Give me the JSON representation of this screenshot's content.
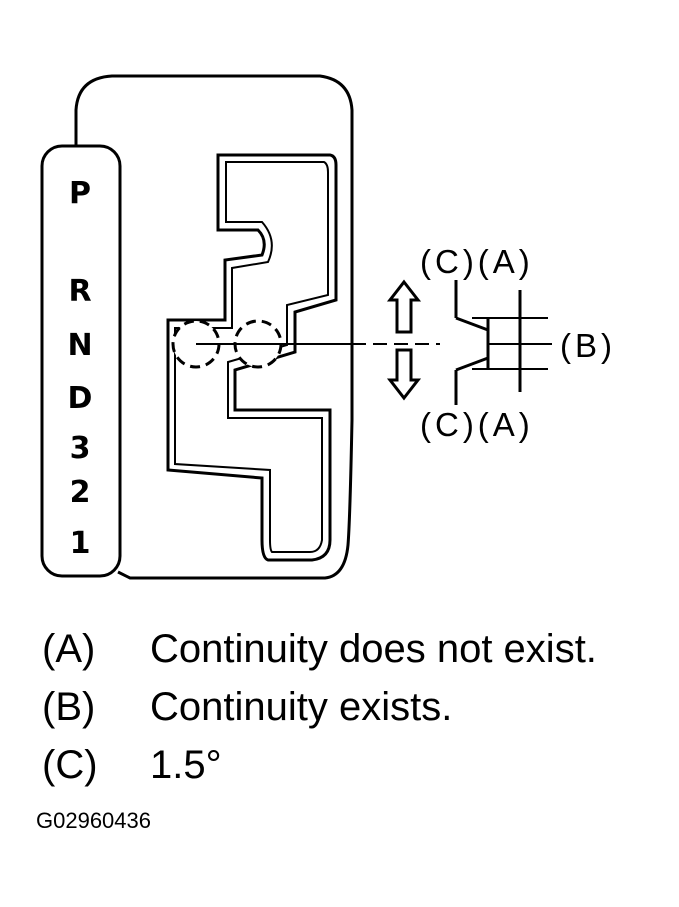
{
  "gear_positions": [
    "P",
    "R",
    "N",
    "D",
    "3",
    "2",
    "1"
  ],
  "callouts": {
    "top": "(C)(A)",
    "bottom": "(C)(A)",
    "middle": "(B)"
  },
  "legend": [
    {
      "key": "(A)",
      "text": "Continuity does not exist."
    },
    {
      "key": "(B)",
      "text": "Continuity exists."
    },
    {
      "key": "(C)",
      "text": "1.5°"
    }
  ],
  "figure_code": "G02960436"
}
